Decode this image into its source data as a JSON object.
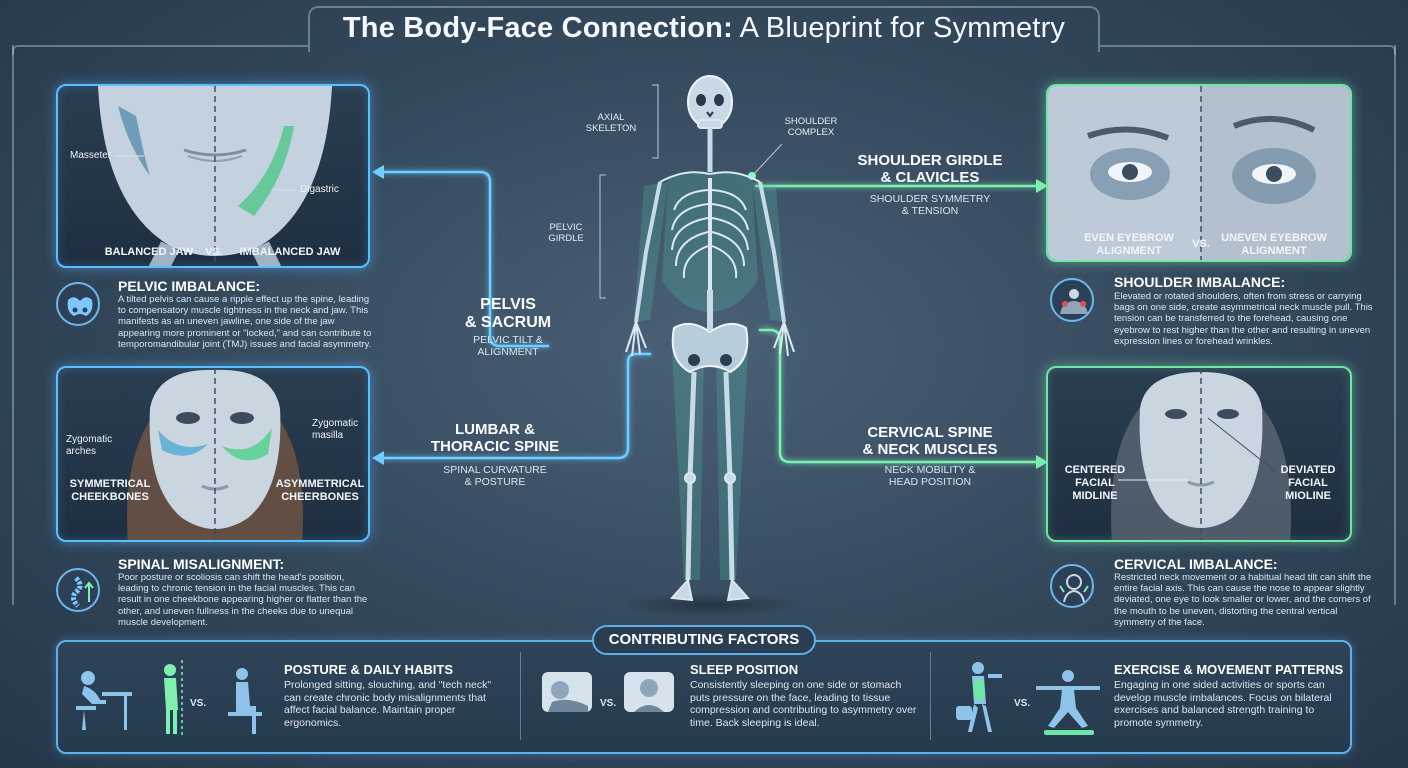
{
  "title": {
    "bold": "The Body-Face Connection:",
    "rest": " A Blueprint for Symmetry"
  },
  "colors": {
    "blue_glow": "#59c0ff",
    "green_glow": "#6ee6a6",
    "background": "#33475b"
  },
  "panels": {
    "jaw": {
      "left_label": "BALANCED JAW",
      "vs": "VS.",
      "right_label": "IMBALANCED JAW",
      "muscle1": "Masseter",
      "muscle2": "Digastric"
    },
    "eyebrow": {
      "left_label": "EVEN EYEBROW\nALIGNMENT",
      "vs": "VS.",
      "right_label": "UNEVEN EYEBROW\nALIGNMENT"
    },
    "cheek": {
      "left_label": "SYMMETRICAL\nCHEEKBONES",
      "right_label": "ASYMMETRICAL\nCHEERBONES",
      "left_bone": "Zygomatic\narches",
      "right_bone": "Zygomatic\nmasilla"
    },
    "midline": {
      "left_label": "CENTERED\nFACIAL\nMIDLINE",
      "right_label": "DEVIATED\nFACIAL\nMIOLINE"
    }
  },
  "blocks": {
    "pelvic": {
      "title": "PELVIC IMBALANCE:",
      "icon": "pelvis-icon",
      "body": "A tilted pelvis can cause a ripple effect up the spine, leading to compensatory muscle tightness in the neck and jaw. This manifests as an uneven jawline, one side of the jaw appearing more prominent or \"locked,\" and can contribute to temporomandibular joint (TMJ) issues and facial asymmetry."
    },
    "spinal": {
      "title": "SPINAL MISALIGNMENT:",
      "icon": "spine-icon",
      "body": "Poor posture or scoliosis can shift the head's position, leading to chronic tension in the facial muscles. This can result in one cheekbone appearing higher or flatter than the other, and uneven fullness in the cheeks due to unequal muscle development."
    },
    "shoulder": {
      "title": "SHOULDER IMBALANCE:",
      "icon": "shoulders-icon",
      "body": "Elevated or rotated shoulders, often from stress or carrying bags on one side, create asymmetrical neck muscle pull. This tension can be transferred to the forehead, causing one eyebrow to rest higher than the other and resulting in uneven expression lines or forehead wrinkles."
    },
    "cervical": {
      "title": "CERVICAL IMBALANCE:",
      "icon": "neck-icon",
      "body": "Restricted neck movement or a habitual head tilt can shift the entire facial axis. This can cause the nose to appear slightly deviated, one eye to look smaller or lower, and the corners of the mouth to be uneven, distorting the central vertical symmetry of the face."
    }
  },
  "center": {
    "pelvis": {
      "title": "PELVIS\n& SACRUM",
      "sub": "PELVIC TILT &\nALIGNMENT"
    },
    "lumbar": {
      "title": "LUMBAR &\nTHORACIC SPINE",
      "sub": "SPINAL CURVATURE\n& POSTURE"
    },
    "shoulder": {
      "title": "SHOULDER GIRDLE\n& CLAVICLES",
      "sub": "SHOULDER SYMMETRY\n& TENSION"
    },
    "cervical": {
      "title": "CERVICAL SPINE\n& NECK MUSCLES",
      "sub": "NECK MOBILITY &\nHEAD POSITION"
    }
  },
  "skeleton_labels": {
    "axial": "AXIAL\nSKELETON",
    "shoulder_complex": "SHOULDER\nCOMPLEX",
    "pelvic_girdle": "PELVIC\nGIRDLE"
  },
  "factors": {
    "heading": "CONTRIBUTING FACTORS",
    "items": [
      {
        "title": "POSTURE & DAILY HABITS",
        "body": "Prolonged sitting, slouching, and \"tech neck\" can create chronic body misalignments that affect facial balance. Maintain proper ergonomics.",
        "vs": "VS."
      },
      {
        "title": "SLEEP POSITION",
        "body": "Consistently sleeping on one side or stomach puts pressure on the face, leading to tissue compression and contributing to asymmetry over time. Back sleeping is ideal.",
        "vs": "VS."
      },
      {
        "title": "EXERCISE & MOVEMENT PATTERNS",
        "body": "Engaging in one sided activities or sports can develop muscle imbalances. Focus on bilateral exercises and balanced strength training to promote symmetry.",
        "vs": "VS."
      }
    ]
  }
}
